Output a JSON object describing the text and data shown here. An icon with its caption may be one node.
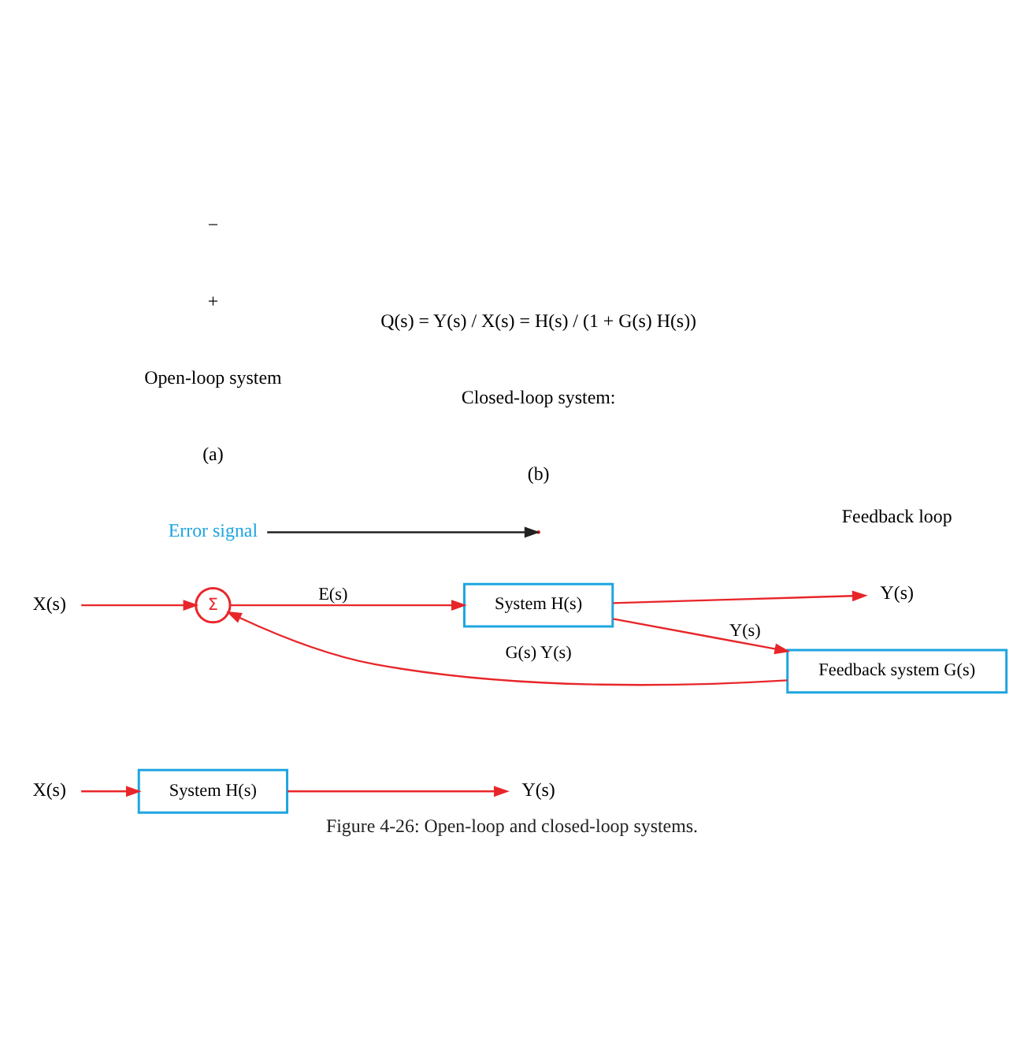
{
  "diagram": {
    "caption": "Figure 4-26: Open-loop and closed-loop systems.",
    "nodes": [
      {
        "text": [
          "X(s)"
        ]
      },
      {
        "text": [
          "System H(s)"
        ]
      },
      {
        "text": [
          "Y(s)"
        ]
      },
      {
        "text": [
          "X(s)"
        ]
      },
      {
        "text": [
          "Σ"
        ]
      },
      {
        "text": [
          "System H(s)"
        ]
      },
      {
        "text": [
          "Y(s)"
        ]
      },
      {
        "text": [
          "Feedback system G(s)"
        ]
      },
      {
        "text": [
          "Error signal"
        ]
      }
    ],
    "edges": [
      {
        "from": 0,
        "to": 1,
        "arrow": "to"
      },
      {
        "from": 1,
        "to": 2,
        "arrow": "to"
      },
      {
        "from": 3,
        "to": 4,
        "arrow": "to"
      },
      {
        "from": 4,
        "to": 5,
        "arrow": "to",
        "label": "E(s)"
      },
      {
        "from": 5,
        "to": 6,
        "arrow": "to"
      },
      {
        "from": 5,
        "to": 7,
        "arrow": "to",
        "label": "Y(s)"
      },
      {
        "from": 7,
        "to": 4,
        "arrow": "to",
        "label": "G(s) Y(s)"
      },
      {
        "from": 8,
        "to": null,
        "arrow": "to",
        "color": "#222222"
      }
    ],
    "labels": [
      "(a)",
      "Open-loop system",
      "+",
      "−",
      "Feedback loop",
      "(b)",
      "Closed-loop system:",
      "Q(s) = Y(s) / X(s) = H(s) / (1 + G(s) H(s))"
    ]
  }
}
